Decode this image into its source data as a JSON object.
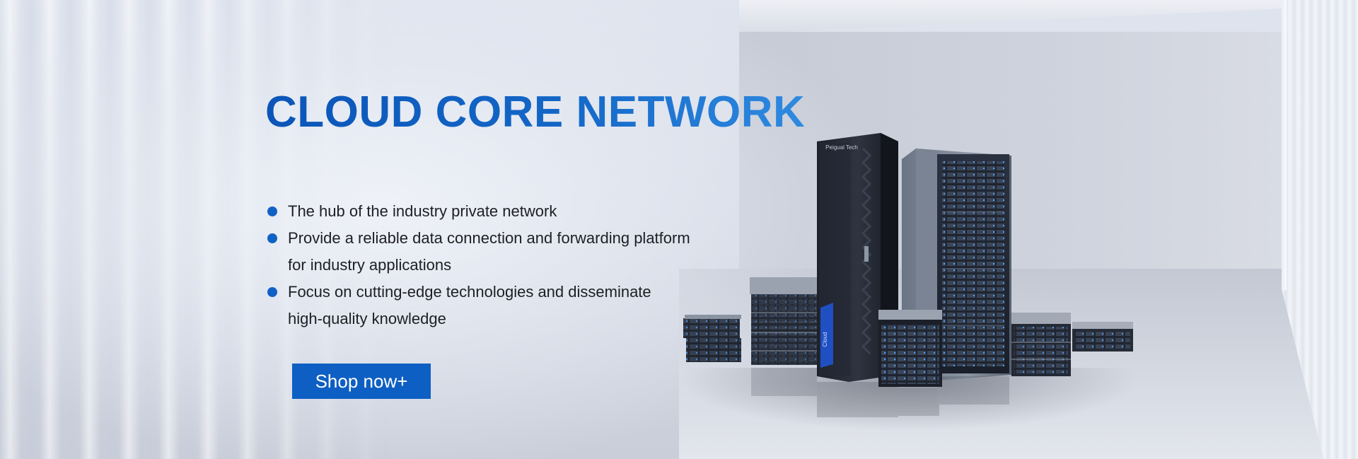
{
  "hero": {
    "title": "CLOUD CORE NETWORK",
    "bullets": [
      {
        "line1": "The hub of the industry private network",
        "line2": ""
      },
      {
        "line1": "Provide a reliable data connection and forwarding platform",
        "line2": "for industry applications"
      },
      {
        "line1": "Focus on cutting-edge technologies and disseminate",
        "line2": "high-quality knowledge"
      }
    ],
    "cta_label": "Shop now+"
  },
  "product_image": {
    "description_icon": "server-rack-cluster-icon",
    "cabinet_label": "Peigual Tech"
  },
  "colors": {
    "accent": "#0e5fc3",
    "title_gradient_start": "#0b55b8",
    "title_gradient_end": "#2e8ae0",
    "text": "#1d1f24"
  }
}
